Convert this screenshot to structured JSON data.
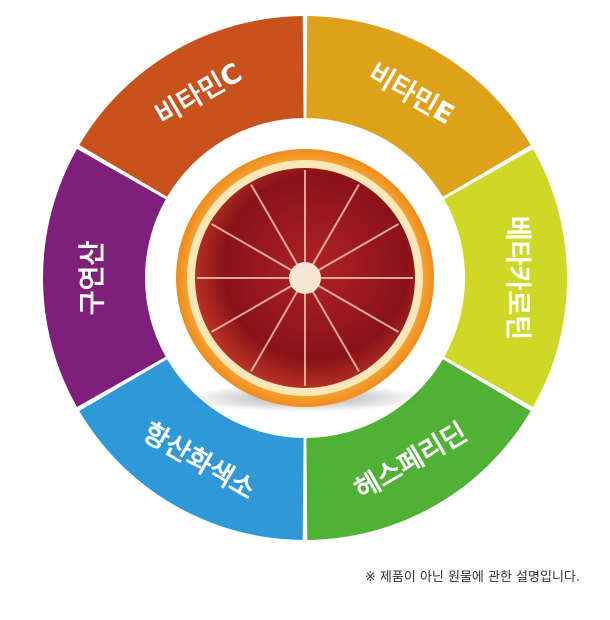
{
  "wheel": {
    "segments": [
      {
        "label": "비타민E",
        "color": "#dea21a"
      },
      {
        "label": "베타카로틴",
        "color": "#d0d827"
      },
      {
        "label": "헤스페리딘",
        "color": "#4fb234"
      },
      {
        "label": "항산화색소",
        "color": "#2f99d8"
      },
      {
        "label": "구연산",
        "color": "#7f1f7c"
      },
      {
        "label": "비타민C",
        "color": "#c8511c"
      }
    ]
  },
  "center_image": {
    "icon": "blood-orange-slice-icon"
  },
  "footnote": "※ 제품이 아닌 원물에 관한 설명입니다."
}
